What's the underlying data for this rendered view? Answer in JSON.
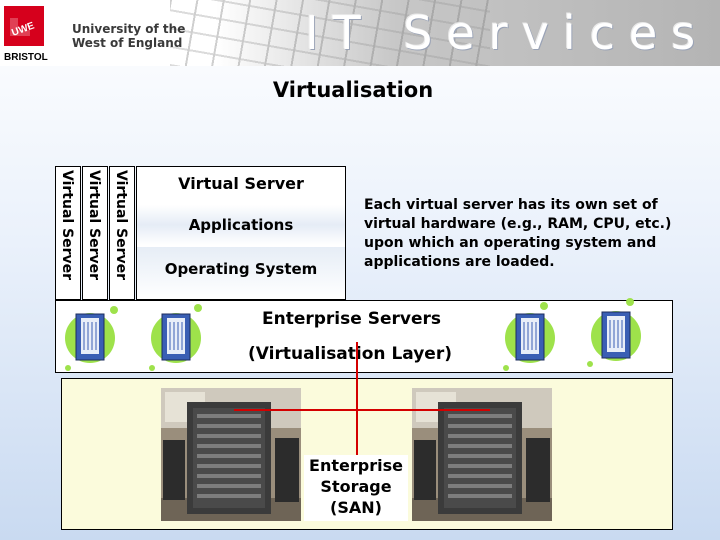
{
  "header": {
    "logo_text": [
      "UWE",
      "BRISTOL"
    ],
    "university_line1": "University of the",
    "university_line2": "West of England",
    "section_title": "IT Services"
  },
  "page_title": "Virtualisation",
  "stack": {
    "virtual_server_labels": [
      "Virtual Server",
      "Virtual Server",
      "Virtual Server"
    ],
    "front": {
      "title": "Virtual Server",
      "applications": "Applications",
      "operating_system": "Operating System"
    }
  },
  "description": "Each virtual server has its own set of virtual hardware (e.g., RAM, CPU, etc.) upon which an operating system and applications are loaded.",
  "enterprise": {
    "title": "Enterprise Servers",
    "subtitle": "(Virtualisation Layer)"
  },
  "storage": {
    "label_line1": "Enterprise",
    "label_line2": "Storage",
    "label_line3": "(SAN)"
  },
  "colors": {
    "logo_red": "#d6001c",
    "connector_red": "#d40000",
    "server_green": "#9ee24b",
    "server_blue": "#3a5fb4",
    "storage_bg": "#fbfbdc"
  }
}
